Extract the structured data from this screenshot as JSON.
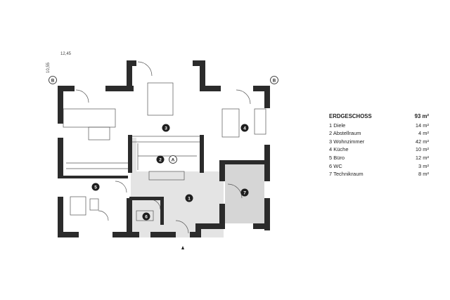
{
  "dimensions": {
    "width": "12,45",
    "depth": "10,55"
  },
  "section_marks": [
    "B",
    "B"
  ],
  "stair_label": "A",
  "legend": {
    "title": "ERDGESCHOSS",
    "total": "93 m²",
    "rooms": [
      {
        "number": "1",
        "label": "1 Diele",
        "area": "14 m²"
      },
      {
        "number": "2",
        "label": "2 Abstellraum",
        "area": "4 m²"
      },
      {
        "number": "3",
        "label": "3 Wohnzimmer",
        "area": "42 m²"
      },
      {
        "number": "4",
        "label": "4 Küche",
        "area": "10 m²"
      },
      {
        "number": "5",
        "label": "5 Büro",
        "area": "12 m²"
      },
      {
        "number": "6",
        "label": "6 WC",
        "area": "3 m²"
      },
      {
        "number": "7",
        "label": "7 Technikraum",
        "area": "8 m²"
      }
    ]
  },
  "colors": {
    "wall": "#2b2b2b",
    "tiled_floor": "#e4e4e4",
    "service_room": "#d6d6d6",
    "marker": "#1e1e1e"
  }
}
